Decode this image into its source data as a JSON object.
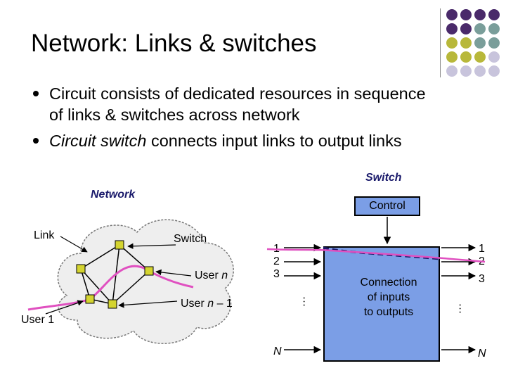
{
  "title": "Network:  Links & switches",
  "bullets": [
    {
      "line1": "Circuit consists of dedicated resources in sequence",
      "line2": "of links & switches across network"
    },
    {
      "italic": "Circuit switch",
      "rest": " connects input links to output links"
    }
  ],
  "diagram": {
    "network_label": "Network",
    "switch_heading": "Switch",
    "link_label": "Link",
    "switch_label": "Switch",
    "user_n_prefix": "User ",
    "user_n_var": "n",
    "user_n1_prefix": "User ",
    "user_n1_var": "n",
    "user_n1_suffix": " – 1",
    "user_1": "User 1",
    "control_label": "Control",
    "connection_line1": "Connection",
    "connection_line2": "of inputs",
    "connection_line3": "to outputs",
    "inputs": [
      "1",
      "2",
      "3"
    ],
    "outputs": [
      "1",
      "2",
      "3"
    ],
    "ellipsis": "…",
    "n_label": "N"
  },
  "colors": {
    "purple": "#4a2a6a",
    "teal": "#7a9e9a",
    "olive": "#b8b83a",
    "lavender": "#c8c4dc",
    "switch_blue": "#7b9ee6",
    "path_pink": "#e050c0",
    "node_yellow": "#d4d430"
  }
}
